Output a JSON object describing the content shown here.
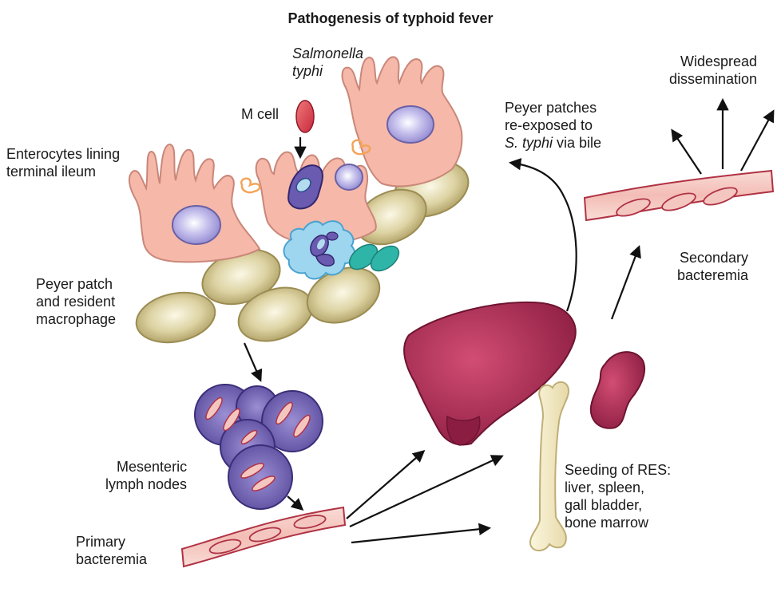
{
  "title": "Pathogenesis of typhoid fever",
  "labels": {
    "salmonella": [
      "Salmonella",
      "typhi"
    ],
    "m_cell": "M cell",
    "enterocytes": [
      "Enterocytes lining",
      "terminal ileum"
    ],
    "peyer_patch": [
      "Peyer patch",
      "and resident",
      "macrophage"
    ],
    "mesenteric": [
      "Mesenteric",
      "lymph nodes"
    ],
    "primary": [
      "Primary",
      "bacteremia"
    ],
    "seeding": [
      "Seeding of RES:",
      "liver, spleen,",
      "gall bladder,",
      "bone marrow"
    ],
    "secondary": [
      "Secondary",
      "bacteremia"
    ],
    "widespread": [
      "Widespread",
      "dissemination"
    ],
    "reexposed": {
      "line1": "Peyer patches",
      "line2": "re-exposed to",
      "line3_italic": "S. typhi",
      "line3_rest": " via bile"
    }
  },
  "colors": {
    "enterocyte": "#f6b8a8",
    "enterocyte_stroke": "#c9877a",
    "nucleus": "#a9a3dc",
    "peyer_cell": "#cbbf8a",
    "macrophage": "#9fd6ef",
    "lymph_node": "#7767b5",
    "vessel": "#f4c6c0",
    "vessel_stroke": "#b03244",
    "liver": "#a82850",
    "bone": "#f4ecc8",
    "bacterium": "#e04050",
    "teal_cell": "#2fb4a8"
  }
}
